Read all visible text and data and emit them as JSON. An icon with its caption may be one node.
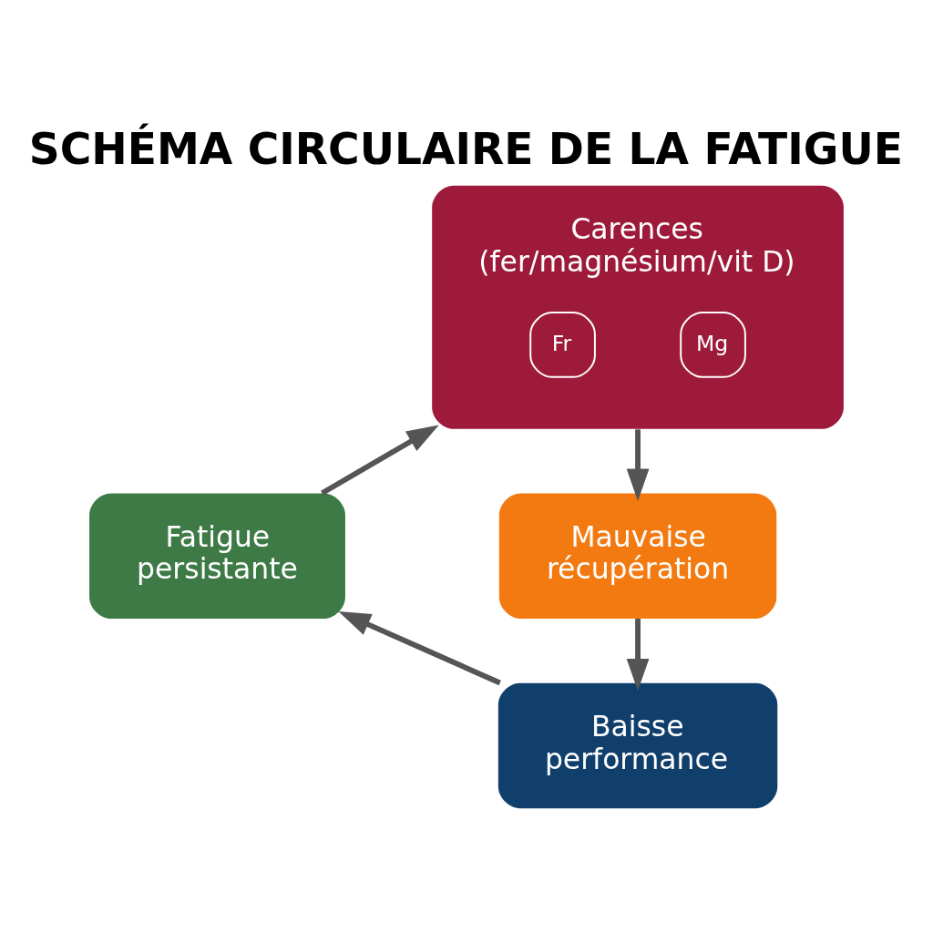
{
  "diagram": {
    "title": "SCHÉMA CIRCULAIRE DE LA FATIGUE",
    "nodes": [
      {
        "text": [
          "Carences (fer/magnésium/vit D)",
          "Fr",
          "Mg"
        ]
      },
      {
        "text": [
          "Mauvaise récupération"
        ]
      },
      {
        "text": [
          "Baisse performance"
        ]
      },
      {
        "text": [
          "Fatigue persistante"
        ]
      }
    ],
    "edges": [
      {
        "from": 0,
        "to": 1,
        "arrow": "to"
      },
      {
        "from": 1,
        "to": 2,
        "arrow": "to"
      },
      {
        "from": 2,
        "to": 3,
        "arrow": "to"
      },
      {
        "from": 3,
        "to": 0,
        "arrow": "to"
      }
    ]
  }
}
